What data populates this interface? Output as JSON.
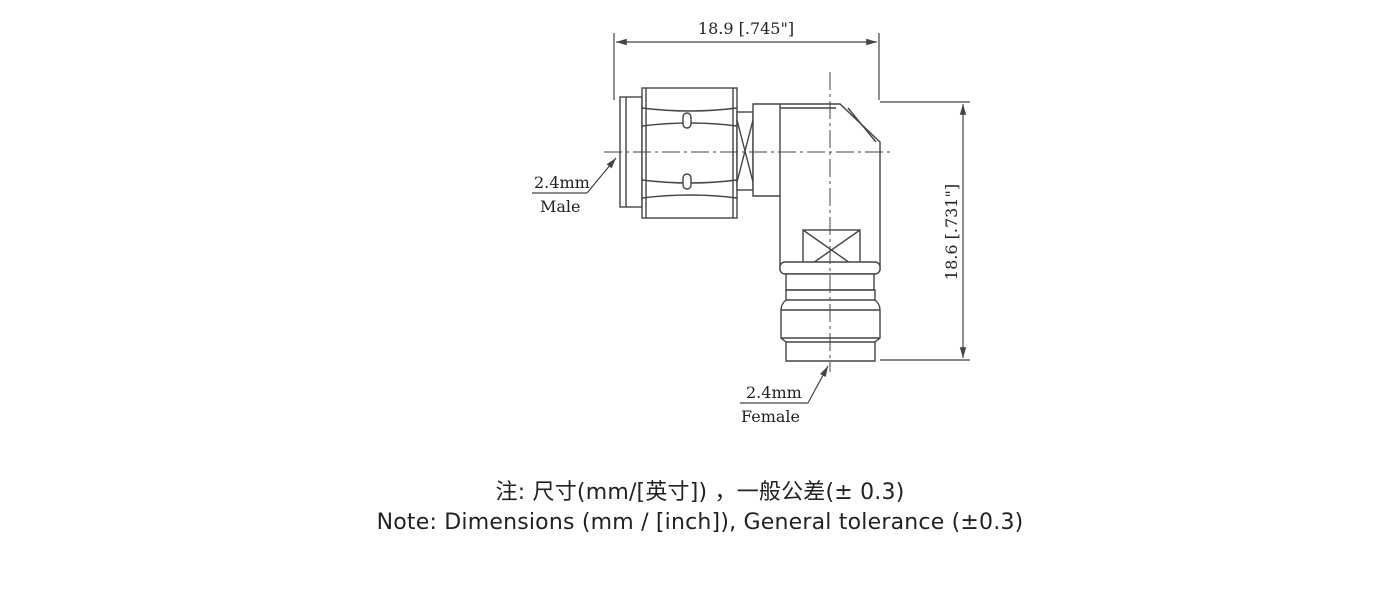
{
  "drawing": {
    "width_dimension_label": "18.9 [.745\"]",
    "height_dimension_label": "18.6 [.731\"]",
    "male_callout": {
      "size": "2.4mm",
      "gender": "Male"
    },
    "female_callout": {
      "size": "2.4mm",
      "gender": "Female"
    }
  },
  "notes": {
    "chinese": "注: 尺寸(mm/[英寸]) ，一般公差(± 0.3)",
    "english": "Note: Dimensions (mm / [inch]), General tolerance (±0.3)"
  },
  "colors": {
    "line": "#444444",
    "text": "#222222",
    "background": "#ffffff"
  }
}
